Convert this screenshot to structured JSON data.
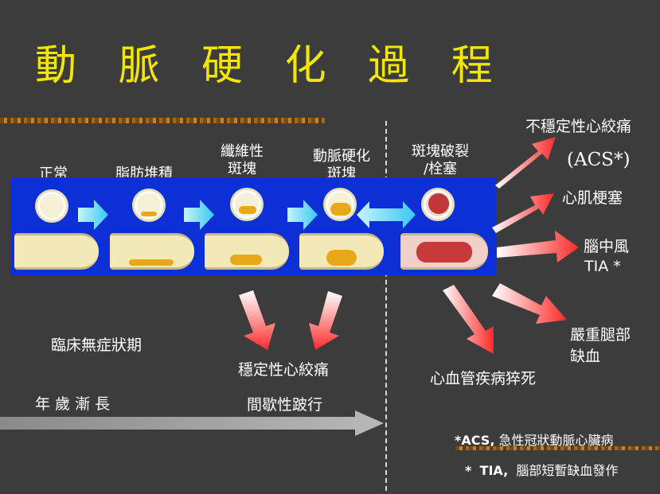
{
  "title": "動 脈 硬 化 過 程",
  "stages": [
    "正常",
    "脂肪堆積",
    "纖維性\n斑塊",
    "動脈硬化\n斑塊",
    "斑塊破裂\n/栓塞"
  ],
  "outcomes": {
    "unstable_angina": "不穩定性心絞痛",
    "acs": "(ACS*)",
    "mi": "心肌梗塞",
    "stroke": "腦中風",
    "tia": "TIA *",
    "limb": "嚴重腿部\n缺血",
    "death": "心血管疾病猝死"
  },
  "bottom": {
    "asymptomatic": "臨床無症狀期",
    "stable_angina": "穩定性心絞痛",
    "claudication": "間歇性跛行",
    "age": "年 歲 漸 長"
  },
  "notes": {
    "acs_star": "*",
    "acs_abbr": "ACS,",
    "acs_desc": "急性冠狀動脈心臟病",
    "tia_star": "*",
    "tia_abbr": "TIA,",
    "tia_desc": "腦部短暫缺血發作"
  }
}
